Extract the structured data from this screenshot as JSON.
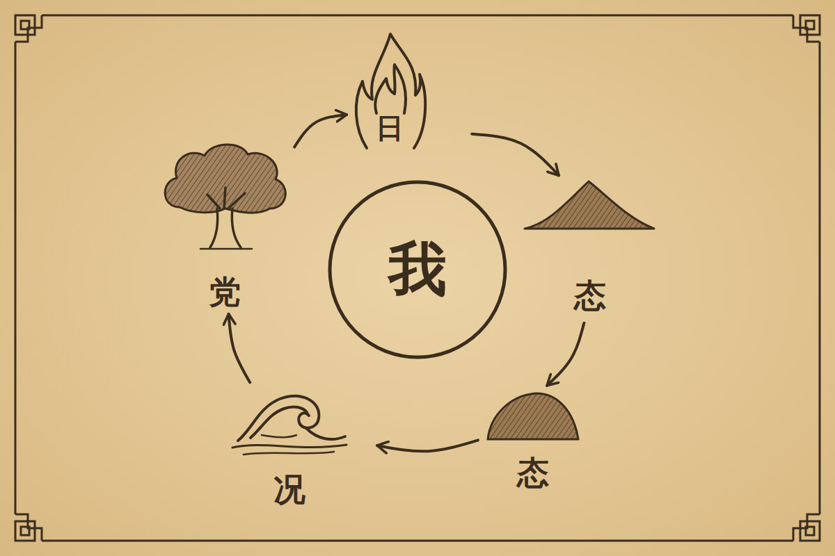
{
  "diagram": {
    "nodes": [
      {
        "text": [
          "日"
        ]
      },
      {
        "text": [
          "态"
        ]
      },
      {
        "text": [
          "态"
        ]
      },
      {
        "text": [
          "况"
        ]
      },
      {
        "text": [
          "党"
        ]
      },
      {
        "text": [
          "我"
        ]
      }
    ],
    "edges": [
      {
        "from": 0,
        "to": 1,
        "arrow": "to"
      },
      {
        "from": 1,
        "to": 2,
        "arrow": "to"
      },
      {
        "from": 2,
        "to": 3,
        "arrow": "to"
      },
      {
        "from": 3,
        "to": 4,
        "arrow": "to"
      },
      {
        "from": 4,
        "to": 0,
        "arrow": "to"
      }
    ]
  }
}
